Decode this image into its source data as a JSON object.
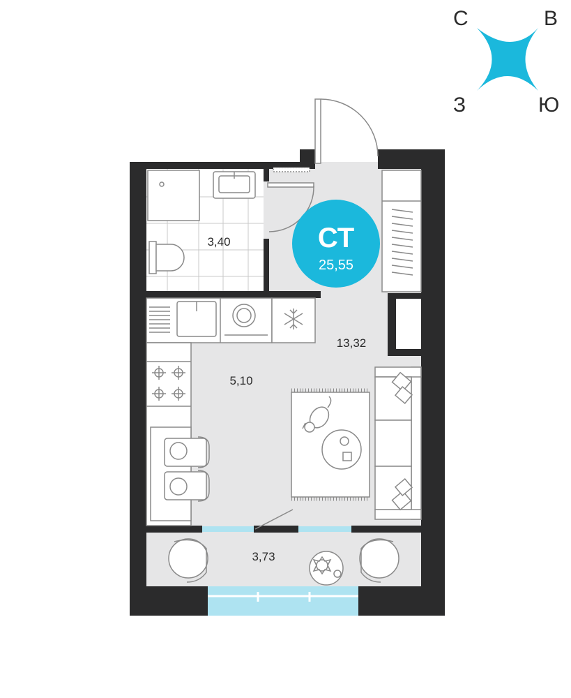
{
  "compass": {
    "north": "С",
    "east": "В",
    "west": "З",
    "south": "Ю",
    "color": "#1bb8dc"
  },
  "badge": {
    "type": "СТ",
    "total_area": "25,55",
    "color": "#1bb8dc"
  },
  "rooms": {
    "bathroom": "3,40",
    "kitchen": "5,10",
    "living": "13,32",
    "balcony": "3,73"
  },
  "colors": {
    "wall": "#2b2b2c",
    "floor": "#e6e6e7",
    "glass": "#aee3f1",
    "tile_line": "#c9c9c9",
    "furniture_line": "#8a8a8a"
  }
}
